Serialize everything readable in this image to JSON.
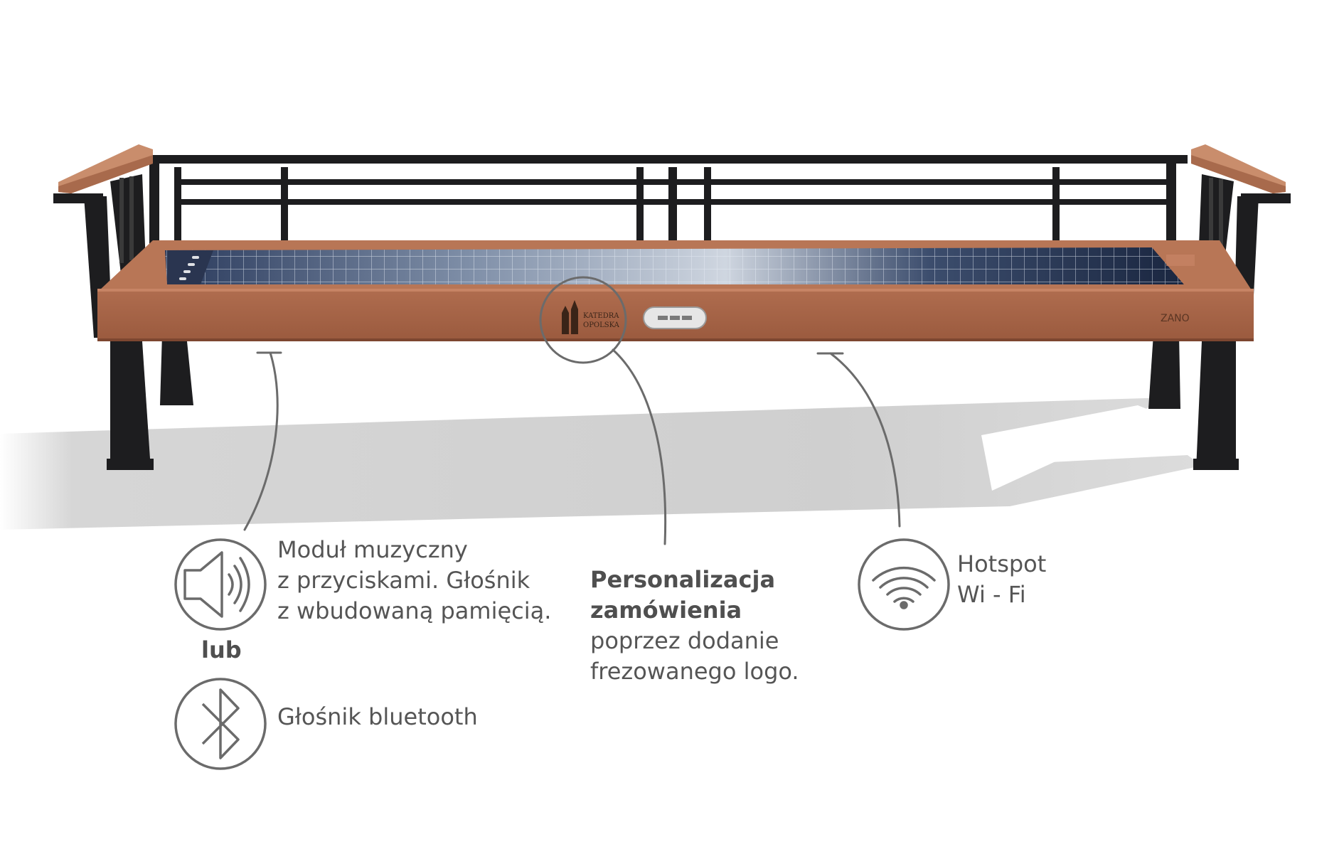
{
  "colors": {
    "wood": "#a8664a",
    "wood_dark": "#7d4630",
    "metal": "#1d1d1f",
    "panel": "#1b2740",
    "callout": "#6b6b6b",
    "text": "#555555",
    "shadow": "#d4d4d4"
  },
  "bench": {
    "engraving_line1": "KATEDRA",
    "engraving_line2": "OPOLSKA",
    "brand": "ZANO"
  },
  "icons": {
    "music": "speaker-icon",
    "bluetooth": "bluetooth-icon",
    "wifi": "wifi-icon"
  },
  "features": {
    "music": {
      "line1": "Moduł muzyczny",
      "line2": "z przyciskami. Głośnik",
      "line3": "z wbudowaną pamięcią."
    },
    "or_label": "lub",
    "bluetooth": {
      "label": "Głośnik bluetooth"
    },
    "personalization": {
      "line1": "Personalizacja",
      "line2": "zamówienia",
      "line3": "poprzez dodanie",
      "line4": "frezowanego logo."
    },
    "wifi": {
      "line1": "Hotspot",
      "line2": "Wi - Fi"
    }
  }
}
